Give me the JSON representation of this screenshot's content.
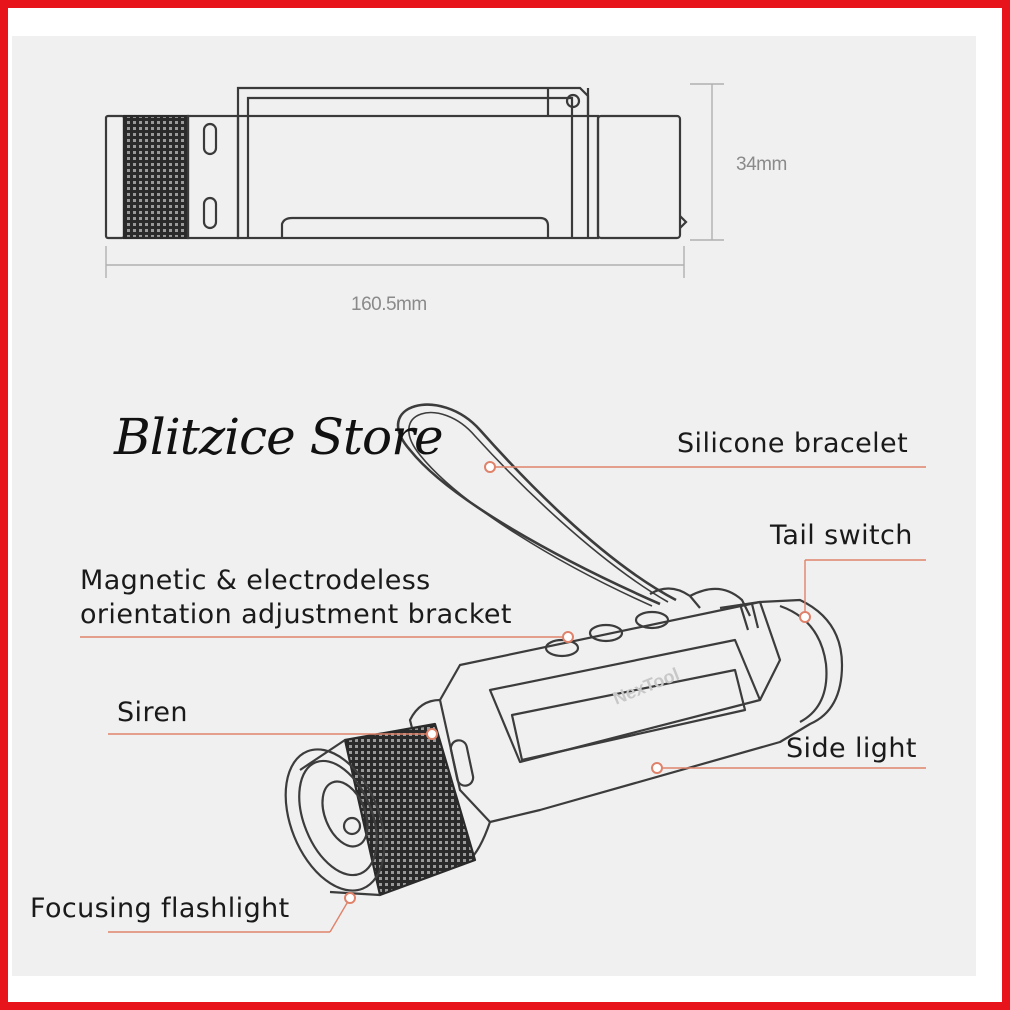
{
  "dimensions": {
    "height": "34mm",
    "length": "160.5mm"
  },
  "watermark": "Blitzice Store",
  "brand": "NexTool",
  "labels": {
    "silicone_bracelet": "Silicone bracelet",
    "tail_switch": "Tail switch",
    "bracket_line1": "Magnetic & electrodeless",
    "bracket_line2": "orientation adjustment bracket",
    "siren": "Siren",
    "side_light": "Side light",
    "focusing_flashlight": "Focusing flashlight"
  },
  "colors": {
    "frame": "#e8141c",
    "leader": "#e0826a",
    "panel": "#f0f0f0"
  }
}
